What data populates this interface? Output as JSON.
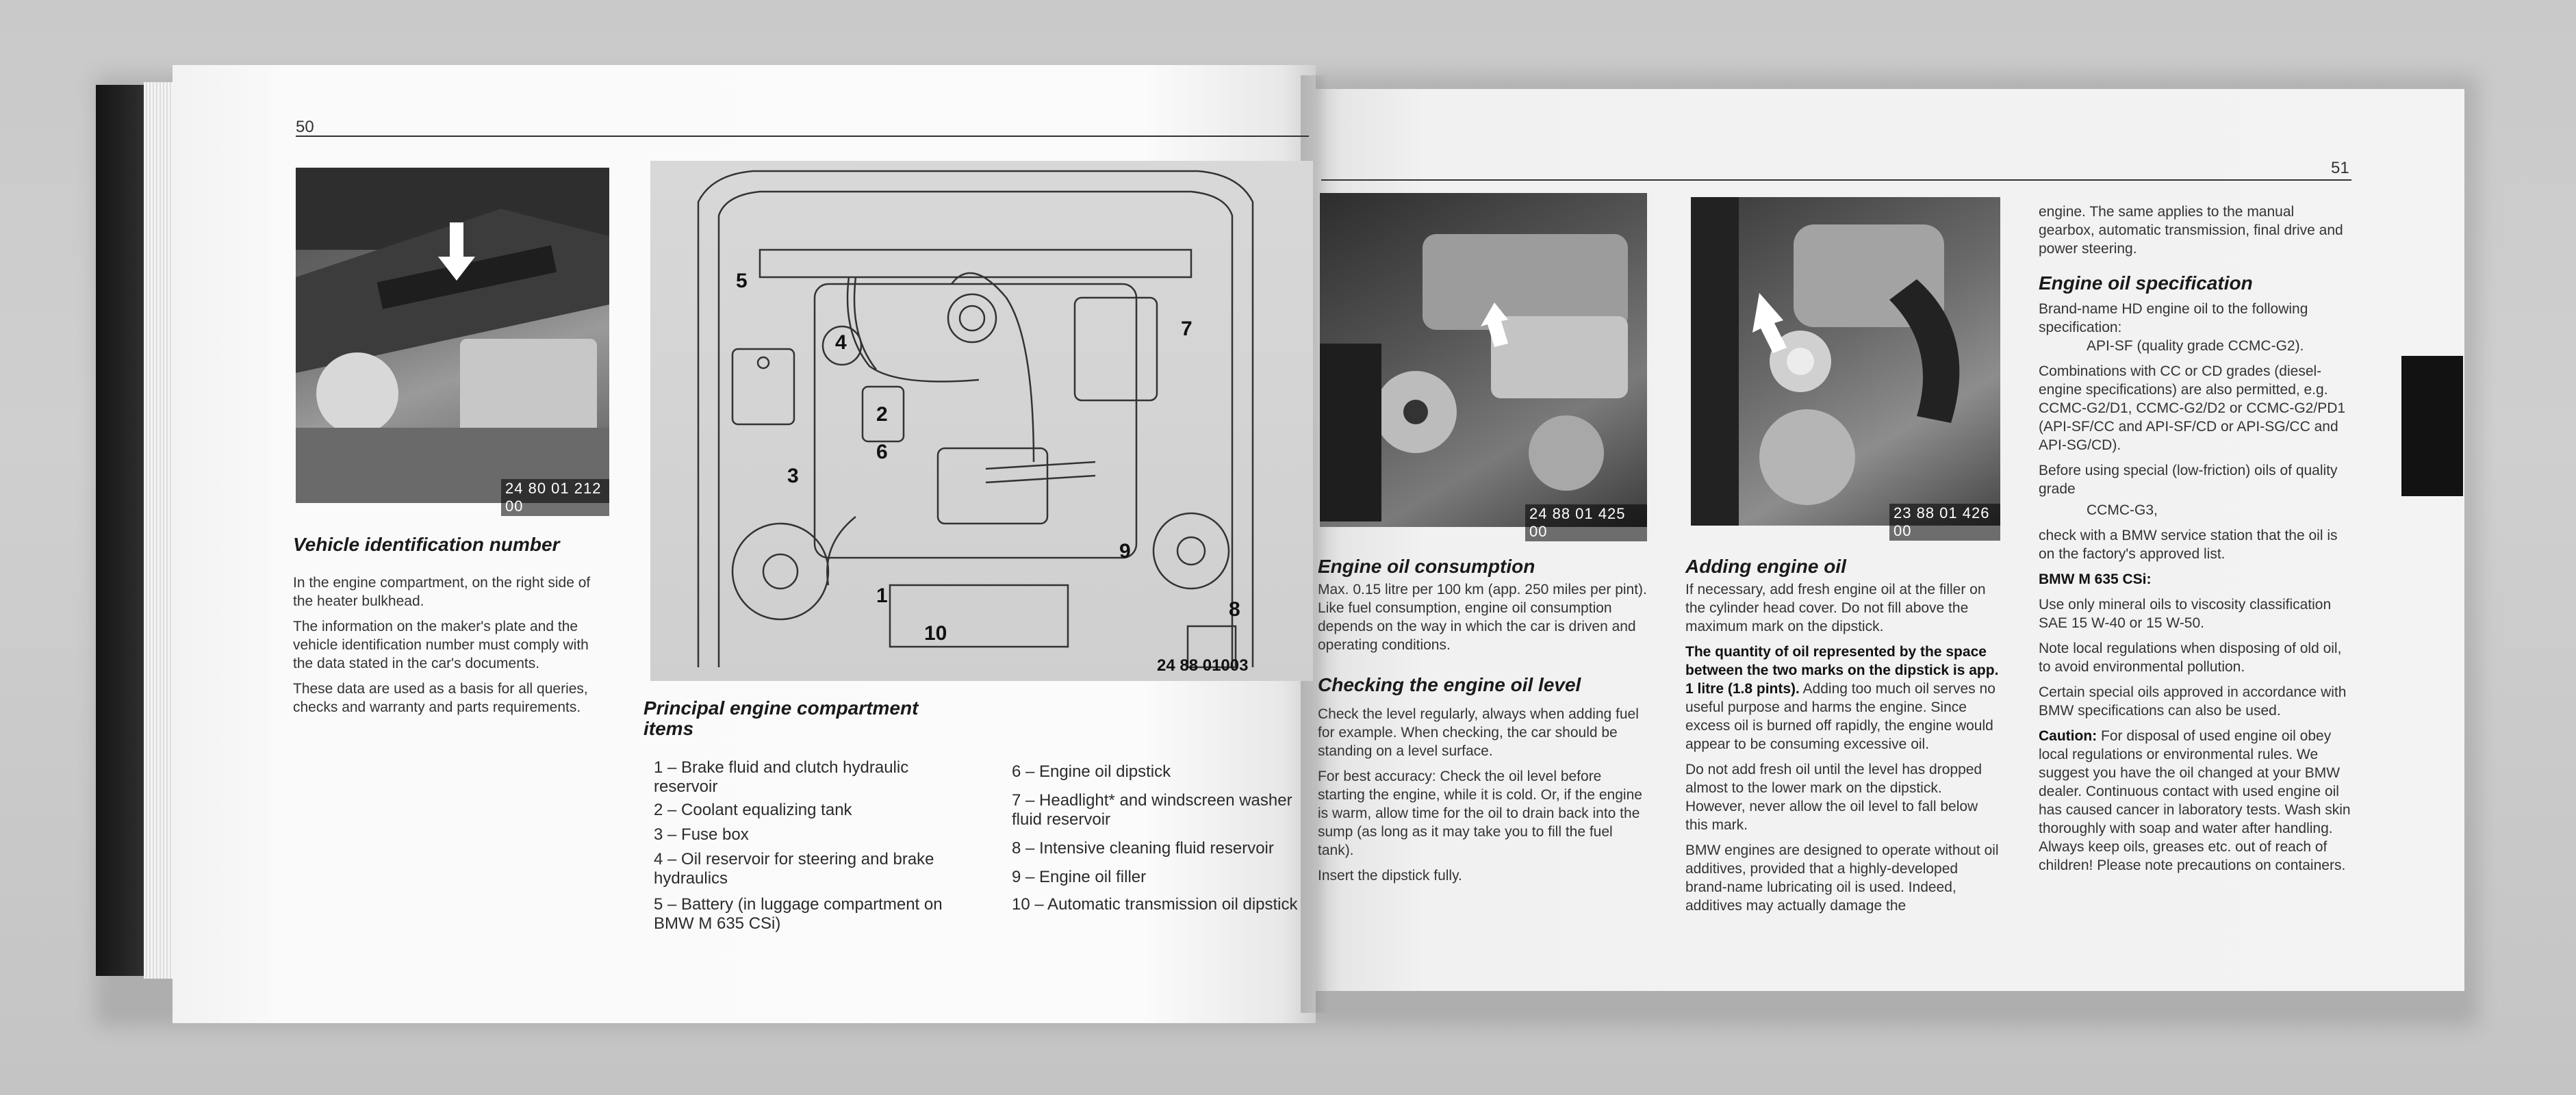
{
  "left_page": {
    "page_number": "50",
    "photo_code": "24 80 01 212 00",
    "vin_heading": "Vehicle identification number",
    "vin_paragraphs": [
      "In the engine compartment, on the right side of the heater bulkhead.",
      "The information on the maker's plate and the vehicle identification number must comply with the data stated in the car's documents.",
      "These data are used as a basis for all queries, checks and warranty and parts requirements."
    ],
    "diagram": {
      "code": "24 88 01003",
      "callouts": [
        "1",
        "2",
        "3",
        "4",
        "5",
        "6",
        "7",
        "8",
        "9",
        "10"
      ]
    },
    "items_heading": "Principal engine compartment items",
    "items_left": [
      "1 – Brake fluid and clutch hydraulic reservoir",
      "2 – Coolant equalizing tank",
      "3 – Fuse box",
      "4 – Oil reservoir for steering and brake hydraulics",
      "5 – Battery (in luggage compartment on BMW M 635 CSi)"
    ],
    "items_right": [
      "6 – Engine oil dipstick",
      "7 – Headlight* and windscreen washer fluid reservoir",
      "8 – Intensive cleaning fluid reservoir",
      "9 – Engine oil filler",
      "10 – Automatic transmission oil dipstick"
    ]
  },
  "right_page": {
    "page_number": "51",
    "photo1_code": "24 88 01 425 00",
    "photo2_code": "23 88 01 426 00",
    "consumption_heading": "Engine oil consumption",
    "consumption_text": "Max. 0.15 litre per 100 km (app. 250 miles per pint). Like fuel consumption, engine oil consumption depends on the way in which the car is driven and operating conditions.",
    "checking_heading": "Checking the engine oil level",
    "checking_paragraphs": [
      "Check the level regularly, always when adding fuel for example. When checking, the car should be standing on a level surface.",
      "For best accuracy: Check the oil level before starting the engine, while it is cold. Or, if the engine is warm, allow time for the oil to drain back into the sump (as long as it may take you to fill the fuel tank).",
      "Insert the dipstick fully."
    ],
    "adding_heading": "Adding engine oil",
    "adding_p1": "If necessary, add fresh engine oil at the filler on the cylinder head cover. Do not fill above the maximum mark on the dipstick.",
    "adding_p2_bold": "The quantity of oil represented by the space between the two marks on the dipstick is app. 1 litre (1.8 pints).",
    "adding_p2_rest": " Adding too much oil serves no useful purpose and harms the engine. Since excess oil is burned off rapidly, the engine would appear to be consuming excessive oil.",
    "adding_p3": "Do not add fresh oil until the level has dropped almost to the lower mark on the dipstick. However, never allow the oil level to fall below this mark.",
    "adding_p4": "BMW engines are designed to operate without oil additives, provided that a highly-developed brand-name lubricating oil is used. Indeed, additives may actually damage the",
    "col3_intro": "engine. The same applies to the manual gearbox, automatic transmission, final drive and power steering.",
    "spec_heading": "Engine oil specification",
    "spec_p1": "Brand-name HD engine oil to the following specification:",
    "spec_p1_indent": "API-SF (quality grade CCMC-G2).",
    "spec_p2": "Combinations with CC or CD grades (diesel-engine specifications) are also permitted, e.g. CCMC-G2/D1, CCMC-G2/D2 or CCMC-G2/PD1 (API-SF/CC and API-SF/CD or API-SG/CC and API-SG/CD).",
    "spec_p3": "Before using special (low-friction) oils of quality grade",
    "spec_p3_indent": "CCMC-G3,",
    "spec_p4": "check with a BMW service station that the oil is on the factory's approved list.",
    "m635_heading": "BMW M 635 CSi:",
    "m635_p1": "Use only mineral oils to viscosity classification SAE 15 W-40 or 15 W-50.",
    "m635_p2": "Note local regulations when disposing of old oil, to avoid environmental pollution.",
    "m635_p3": "Certain special oils approved in accordance with BMW specifications can also be used.",
    "caution_label": "Caution:",
    "caution_text": " For disposal of used engine oil obey local regulations or environmental rules. We suggest you have the oil changed at your BMW dealer. Continuous contact with used engine oil has caused cancer in laboratory tests. Wash skin thoroughly with soap and water after handling. Always keep oils, greases etc. out of reach of children! Please note precautions on containers."
  }
}
